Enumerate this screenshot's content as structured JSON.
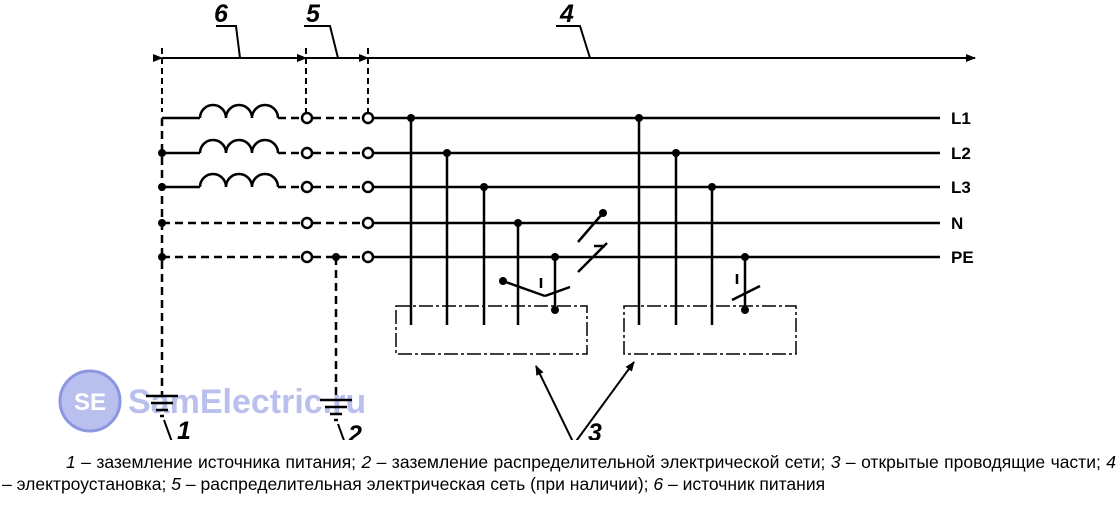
{
  "lines": {
    "l1": "L1",
    "l2": "L2",
    "l3": "L3",
    "n": "N",
    "pe": "PE"
  },
  "callouts": {
    "c1": "1",
    "c2": "2",
    "c3": "3",
    "c4": "4",
    "c5": "5",
    "c6": "6"
  },
  "watermark": {
    "badge": "SE",
    "text": "SamElectric.ru"
  },
  "caption": [
    {
      "num": "1",
      "text": " – заземление источника питания; "
    },
    {
      "num": "2",
      "text": " – заземление распределительной электрической сети; "
    },
    {
      "num": "3",
      "text": " – открытые проводящие части; "
    },
    {
      "num": "4",
      "text": " – электроустановка; "
    },
    {
      "num": "5",
      "text": " – распределительная электрическая сеть (при наличии); "
    },
    {
      "num": "6",
      "text": " – источник питания"
    }
  ],
  "colors": {
    "ink": "#000000",
    "watermark": "#b9c0ee",
    "watermark_badge": "#8d96e0"
  }
}
